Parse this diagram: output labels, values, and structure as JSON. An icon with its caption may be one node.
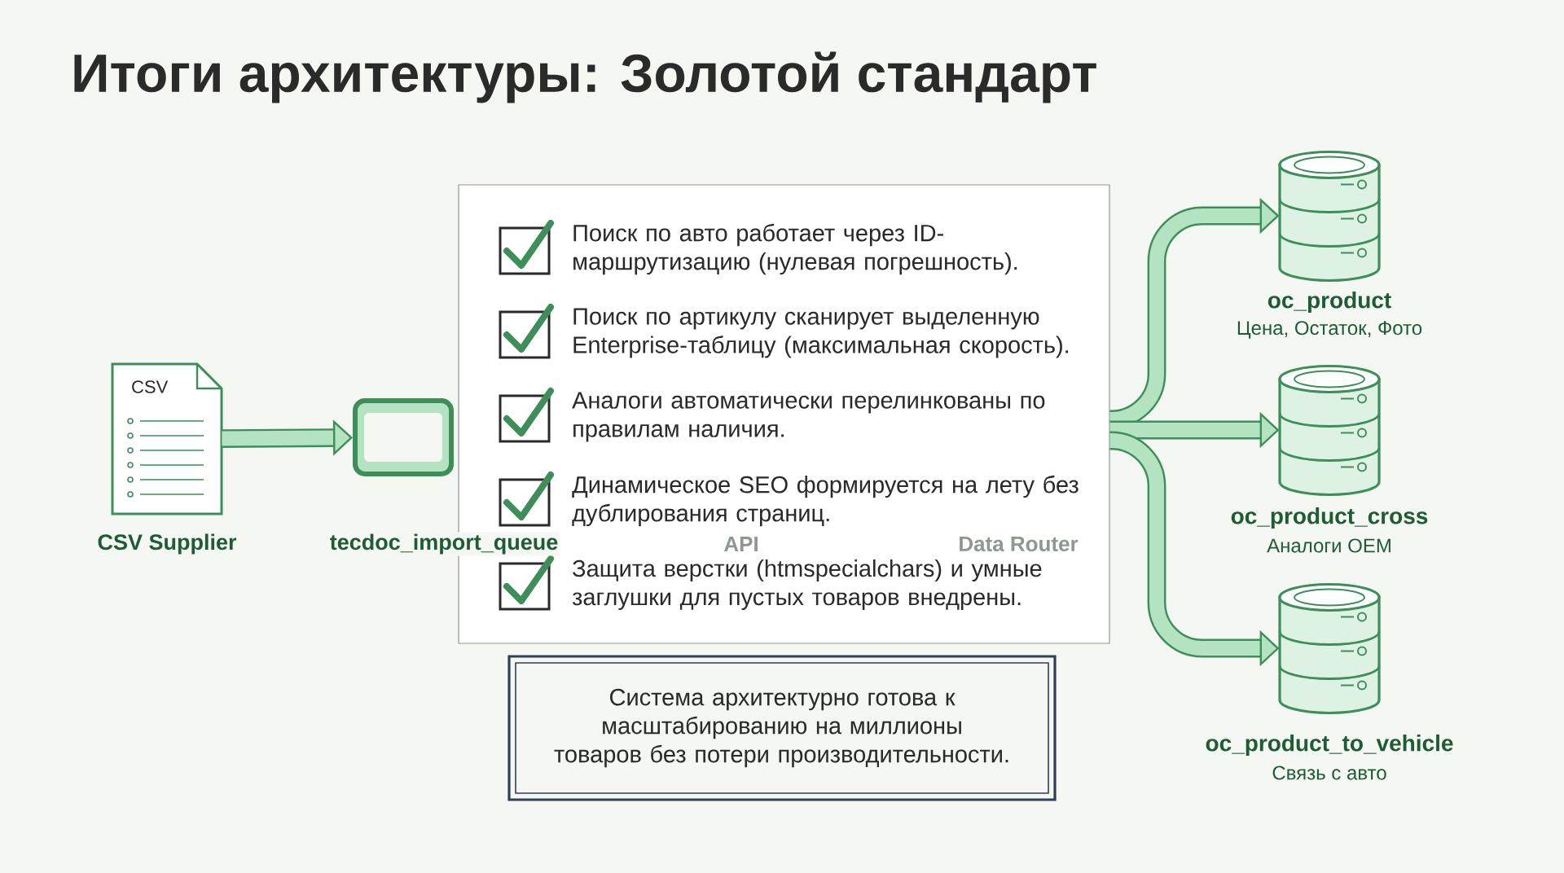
{
  "diagram": {
    "title": "Итоги архитектуры: Золотой стандарт",
    "nodes": [
      {
        "text": [
          "CSV",
          "CSV Supplier"
        ]
      },
      {
        "text": [
          "tecdoc_import_queue"
        ]
      },
      {
        "text": [
          "API"
        ],
        "in": 4
      },
      {
        "text": [
          "Data Router"
        ],
        "in": 4
      },
      {
        "text": [
          "Поиск по авто работает через ID-маршрутизацию (нулевая погрешность).",
          "Поиск по артикулу сканирует выделенную Enterprise-таблицу (максимальная скорость).",
          "Аналоги автоматически перелинкованы по правилам наличия.",
          "Динамическое SEO формируется на лету без дублирования страниц.",
          "Защита верстки (htmspecialchars) и умные заглушки для пустых товаров внедрены."
        ]
      },
      {
        "text": [
          "Система архитектурно готова к масштабированию на миллионы товаров без потери производительности."
        ]
      },
      {
        "text": [
          "oc_product",
          "Цена, Остаток, Фото"
        ]
      },
      {
        "text": [
          "oc_product_cross",
          "Аналоги OEM"
        ]
      },
      {
        "text": [
          "oc_product_to_vehicle",
          "Связь с авто"
        ]
      }
    ],
    "edges": [
      {
        "from": 0,
        "to": 1,
        "arrow": "to"
      },
      {
        "from": 4,
        "to": 6,
        "arrow": "to"
      },
      {
        "from": 4,
        "to": 7,
        "arrow": "to"
      },
      {
        "from": 4,
        "to": 8,
        "arrow": "to"
      }
    ]
  }
}
